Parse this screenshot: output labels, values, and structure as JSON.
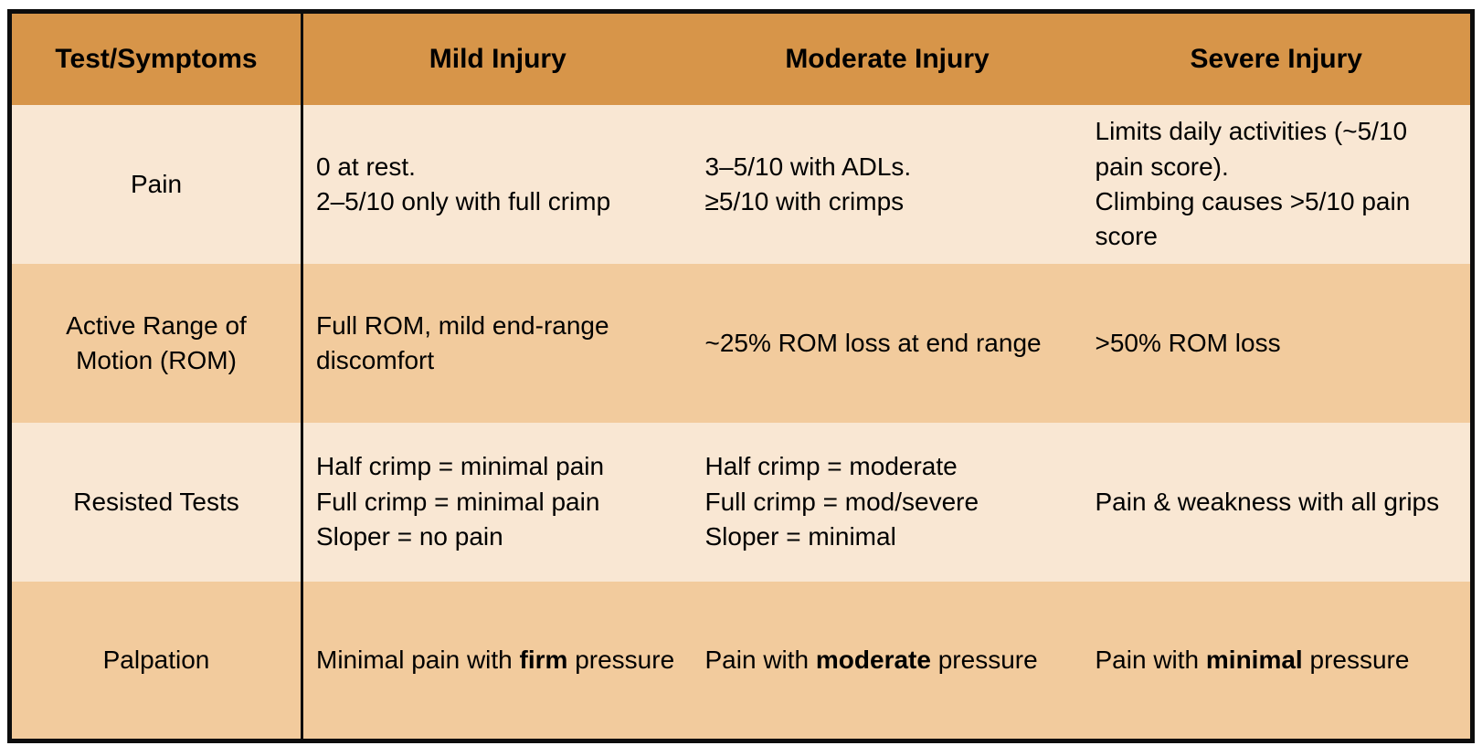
{
  "colors": {
    "header_bg": "#d79549",
    "row_light": "#f9e7d3",
    "row_tan": "#f2cb9d",
    "border": "#0d0d0d",
    "text": "#000000",
    "page_bg": "#ffffff"
  },
  "table": {
    "columns": [
      "Test/Symptoms",
      "Mild Injury",
      "Moderate Injury",
      "Severe Injury"
    ],
    "rows": [
      {
        "label": "Pain",
        "shade": "light",
        "cells": [
          {
            "lines": [
              [
                {
                  "text": "0 at rest."
                }
              ],
              [
                {
                  "text": "2–5/10 only with full crimp"
                }
              ]
            ]
          },
          {
            "lines": [
              [
                {
                  "text": "3–5/10 with ADLs."
                }
              ],
              [
                {
                  "text": "≥5/10 with crimps"
                }
              ]
            ]
          },
          {
            "lines": [
              [
                {
                  "text": "Limits daily activities (~5/10 pain score)."
                }
              ],
              [
                {
                  "text": "Climbing causes >5/10 pain score"
                }
              ]
            ]
          }
        ]
      },
      {
        "label": "Active Range of Motion (ROM)",
        "shade": "tan",
        "cells": [
          {
            "lines": [
              [
                {
                  "text": "Full ROM, mild end-range discomfort"
                }
              ]
            ]
          },
          {
            "lines": [
              [
                {
                  "text": "~25% ROM loss at end range"
                }
              ]
            ]
          },
          {
            "lines": [
              [
                {
                  "text": ">50% ROM loss"
                }
              ]
            ]
          }
        ]
      },
      {
        "label": "Resisted Tests",
        "shade": "light",
        "cells": [
          {
            "lines": [
              [
                {
                  "text": "Half crimp = minimal pain"
                }
              ],
              [
                {
                  "text": "Full crimp = minimal pain"
                }
              ],
              [
                {
                  "text": "Sloper = no pain"
                }
              ]
            ]
          },
          {
            "lines": [
              [
                {
                  "text": "Half crimp = moderate"
                }
              ],
              [
                {
                  "text": "Full crimp = mod/severe"
                }
              ],
              [
                {
                  "text": "Sloper = minimal"
                }
              ]
            ]
          },
          {
            "lines": [
              [
                {
                  "text": "Pain & weakness with all grips"
                }
              ]
            ]
          }
        ]
      },
      {
        "label": "Palpation",
        "shade": "tan",
        "cells": [
          {
            "lines": [
              [
                {
                  "text": "Minimal pain with "
                },
                {
                  "text": "firm",
                  "bold": true
                },
                {
                  "text": " pressure"
                }
              ]
            ]
          },
          {
            "lines": [
              [
                {
                  "text": "Pain with "
                },
                {
                  "text": "moderate",
                  "bold": true
                },
                {
                  "text": " pressure"
                }
              ]
            ]
          },
          {
            "lines": [
              [
                {
                  "text": "Pain with "
                },
                {
                  "text": "minimal",
                  "bold": true
                },
                {
                  "text": " pressure"
                }
              ]
            ]
          }
        ]
      }
    ]
  }
}
